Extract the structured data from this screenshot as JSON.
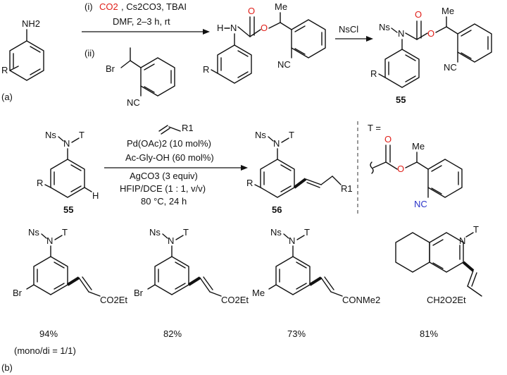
{
  "part_a": {
    "label": "(a)",
    "aniline": {
      "nh2": "NH2",
      "r": "R"
    },
    "step1": {
      "i": "(i)",
      "co2": "CO2",
      "reagents": ", Cs2CO3, TBAI",
      "conditions": "DMF, 2–3 h, rt",
      "ii": "(ii)",
      "br": "Br",
      "nc": "NC"
    },
    "carbamate": {
      "h": "H",
      "n": "N",
      "o_ester": "O",
      "o_carbonyl": "O",
      "me": "Me",
      "r": "R",
      "nc": "NC"
    },
    "step2": {
      "reagent": "NsCl"
    },
    "product": {
      "ns": "Ns",
      "n": "N",
      "o_ester": "O",
      "o_carbonyl": "O",
      "me": "Me",
      "r": "R",
      "nc": "NC",
      "number": "55"
    }
  },
  "part_b": {
    "label": "(b)",
    "substrate": {
      "ns": "Ns",
      "n": "N",
      "t": "T",
      "r": "R",
      "h": "H",
      "number": "55"
    },
    "alkene": {
      "r1": "R1"
    },
    "conditions": [
      "Pd(OAc)2 (10 mol%)",
      "Ac-Gly-OH (60 mol%)",
      "AgCO3 (3 equiv)",
      "HFIP/DCE (1 : 1, v/v)",
      "80 °C, 24 h"
    ],
    "product": {
      "ns": "Ns",
      "n": "N",
      "t": "T",
      "r": "R",
      "r1": "R1",
      "number": "56"
    },
    "t_def": {
      "label": "T =",
      "o_carbonyl": "O",
      "o_ester": "O",
      "me": "Me",
      "nc": "NC"
    },
    "examples": [
      {
        "top": "Ns",
        "n": "N",
        "t": "T",
        "sub": "Br",
        "ester": "CO2Et",
        "yield": "94%",
        "note": "(mono/di = 1/1)"
      },
      {
        "top": "Ns",
        "n": "N",
        "t": "T",
        "sub": "Br",
        "ester": "CO2Et",
        "yield": "82%"
      },
      {
        "top": "Ns",
        "n": "N",
        "t": "T",
        "sub": "Me",
        "ester": "CONMe2",
        "yield": "73%"
      },
      {
        "n": "N",
        "t": "T",
        "ester": "CH2O2Et",
        "yield": "81%"
      }
    ]
  }
}
